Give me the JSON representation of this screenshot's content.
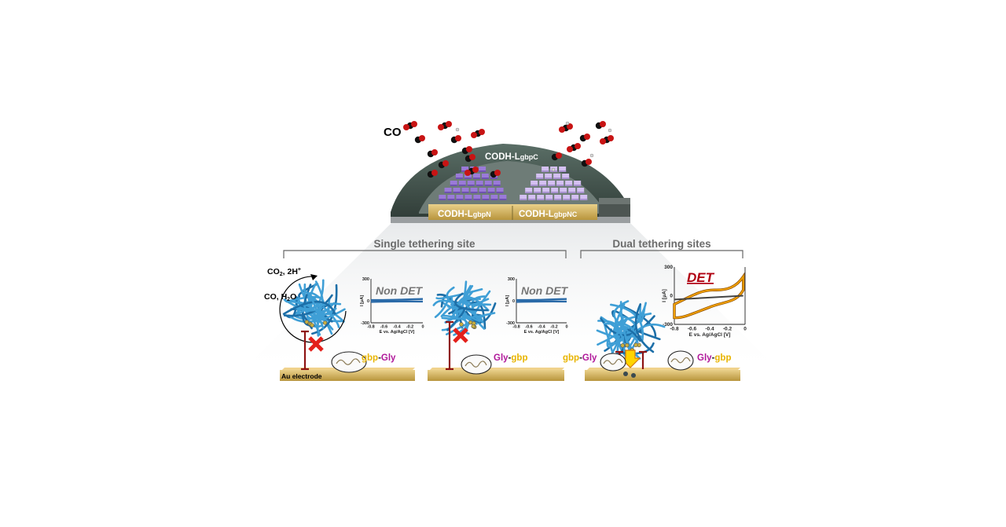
{
  "top": {
    "co_label": "CO",
    "codh_c_main": "CODH-L",
    "codh_c_sub": "gbpC",
    "codh_n_main": "CODH-L",
    "codh_n_sub": "gbpN",
    "codh_nc_main": "CODH-L",
    "codh_nc_sub": "gbpNC"
  },
  "groups": {
    "single": "Single tethering site",
    "dual": "Dual tethering sites"
  },
  "panels": {
    "p1": {
      "co2_main": "CO",
      "co2_sub": "2",
      "co2_rest": ", 2H",
      "co2_sup": "+",
      "co_main": "CO, H",
      "co_sub": "2",
      "co_rest": "O",
      "linker_a": "gbp",
      "linker_dash": "-",
      "linker_b": "Gly",
      "electrode": "Au electrode",
      "cv_label": "Non DET"
    },
    "p2": {
      "linker_a": "Gly",
      "linker_dash": "-",
      "linker_b": "gbp",
      "cv_label": "Non DET"
    },
    "p3": {
      "linker_left_a": "gbp",
      "linker_left_dash": "-",
      "linker_left_b": "Gly",
      "linker_right_a": "Gly",
      "linker_right_dash": "-",
      "linker_right_b": "gbp",
      "cv_label": "DET"
    }
  },
  "cv_axes": {
    "ylabel": "I [μA]",
    "xlabel": "E vs. Ag/AgCl [V]",
    "yticks": [
      "300",
      "0",
      "-300"
    ],
    "xticks": [
      "-0.8",
      "-0.6",
      "-0.4",
      "-0.2",
      "0"
    ]
  },
  "colors": {
    "gold": "#c9a94e",
    "purple": "#9a7ad8",
    "lilac": "#d4c0f2",
    "protein": "#3f9fd6",
    "linker": "#8e1414",
    "magenta": "#b0189a",
    "yellow": "#e8b400",
    "red_x": "#e3201b",
    "det_red": "#b00012",
    "cv_flat": "#2a6aa8",
    "cv_orange": "#f0a000"
  }
}
